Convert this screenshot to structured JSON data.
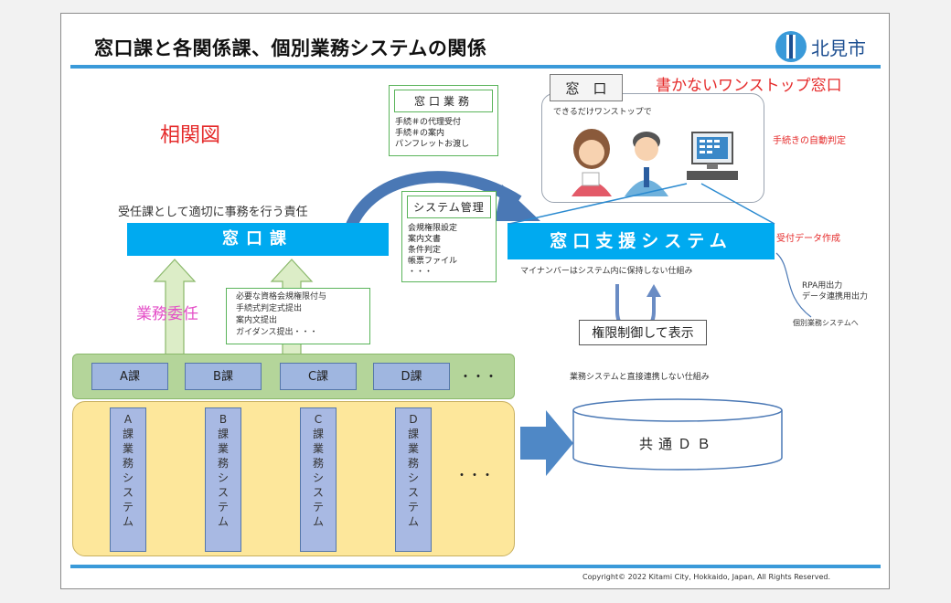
{
  "title": "窓口課と各関係課、個別業務システムの関係",
  "logo_text": "北見市",
  "diagram_label": "相関図",
  "onestop_label": "書かないワンストップ窓口",
  "madoguchi_tag": "窓　口",
  "madoguchi_note": "できるだけワンストップで",
  "auto_judge": "手続きの自動判定",
  "uketsuke": "受付データ作成",
  "rpa_lines": [
    "RPA用出力",
    "データ連携用出力"
  ],
  "kobetsu": "個別業務システムへ",
  "madoguchi_gyomu": {
    "title": "窓口業務",
    "lines": [
      "手続＃の代理受付",
      "手続＃の案内",
      "パンフレットお渡し"
    ]
  },
  "system_kanri": {
    "title": "システム管理",
    "lines": [
      "会規権限設定",
      "案内文書",
      "条件判定",
      "帳票ファイル",
      "・・・"
    ]
  },
  "responsibility": "受任課として適切に事務を行う責任",
  "madoguchika": "窓口課",
  "support_system": "窓口支援システム",
  "mynumber_note": "マイナンバーはシステム内に保持しない仕組み",
  "kengen": "権限制御して表示",
  "gyomu_note": "業務システムと直接連携しない仕組み",
  "itaku": "業務委任",
  "requirements": [
    "必要な資格会規権限付与",
    "手続式判定式提出",
    "案内文提出",
    "ガイダンス提出・・・"
  ],
  "departments": [
    "A課",
    "B課",
    "C課",
    "D課"
  ],
  "dots": "・・・",
  "systems": [
    [
      "A",
      "課",
      "業",
      "務",
      "シ",
      "ス",
      "テ",
      "ム"
    ],
    [
      "B",
      "課",
      "業",
      "務",
      "シ",
      "ス",
      "テ",
      "ム"
    ],
    [
      "C",
      "課",
      "業",
      "務",
      "シ",
      "ス",
      "テ",
      "ム"
    ],
    [
      "D",
      "課",
      "業",
      "務",
      "シ",
      "ス",
      "テ",
      "ム"
    ]
  ],
  "db": "共通ＤＢ",
  "copyright": "Copyright© 2022 Kitami City, Hokkaido, Japan, All Rights Reserved.",
  "colors": {
    "accent": "#00aaf0",
    "rule": "#3a9ad9",
    "red": "#e52b2b",
    "pink": "#e44fc7",
    "green_area": "#b4d59a",
    "yellow_area": "#fde79b"
  }
}
